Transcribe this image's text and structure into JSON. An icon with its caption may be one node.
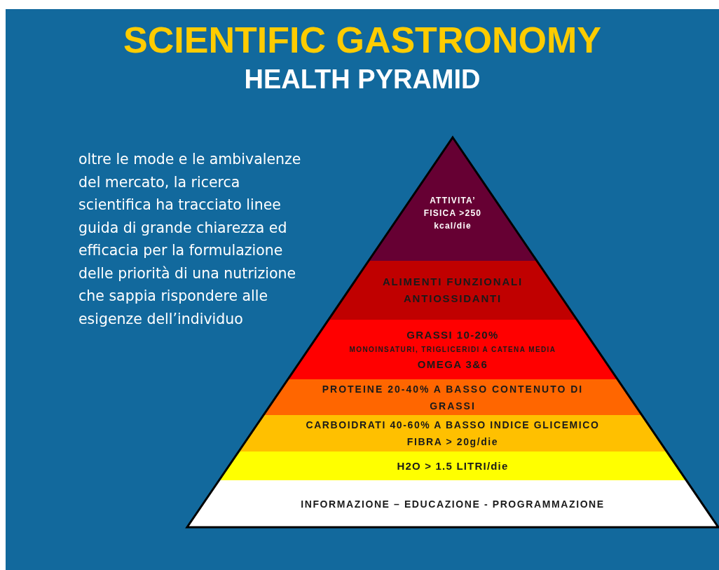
{
  "diagram": {
    "title": "SCIENTIFIC GASTRONOMY",
    "nodes": [
      {
        "text": [
          "ATTIVITA’ FISICA >250 kcal/die"
        ]
      },
      {
        "text": [
          "ALIMENTI FUNZIONALI",
          "ANTIOSSIDANTI"
        ]
      },
      {
        "text": [
          "GRASSI 10-20%",
          "MONOINSATURI, TRIGLICERIDI A CATENA MEDIA",
          "OMEGA 3&6"
        ]
      },
      {
        "text": [
          "PROTEINE 20-40% A BASSO CONTENUTO DI GRASSI"
        ]
      },
      {
        "text": [
          "CARBOIDRATI 40-60% A BASSO INDICE GLICEMICO",
          "FIBRA > 20g/die"
        ]
      },
      {
        "text": [
          "H2O > 1.5 LITRI/die"
        ]
      },
      {
        "text": [
          "INFORMAZIONE – EDUCAZIONE - PROGRAMMAZIONE"
        ]
      }
    ],
    "edges": [],
    "labels": [
      "HEALTH PYRAMID",
      "oltre le mode e le ambivalenze del mercato, la ricerca scientifica ha tracciato linee guida di grande chiarezza ed efficacia per la formulazione delle priorità di una nutrizione che sappia rispondere alle esigenze dell’individuo"
    ]
  }
}
